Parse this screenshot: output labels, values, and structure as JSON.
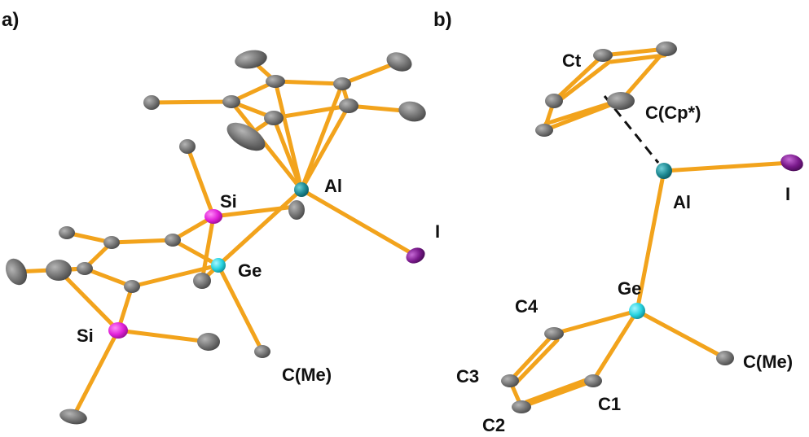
{
  "panels": [
    {
      "label": "a)",
      "atom_labels": [
        "Si",
        "Al",
        "I",
        "Ge",
        "Si",
        "C(Me)"
      ]
    },
    {
      "label": "b)",
      "atom_labels": [
        "Ct",
        "C(Cp*)",
        "Al",
        "I",
        "Ge",
        "C4",
        "C3",
        "C1",
        "C2",
        "C(Me)"
      ]
    }
  ],
  "colors": {
    "bond": "#f2a31c",
    "carbon": "#6f6f6f",
    "aluminium": "#1f8a93",
    "germanium": "#26d3e0",
    "silicon": "#e020d8",
    "iodine": "#7a1a8c",
    "centroid_link": "#111111"
  }
}
